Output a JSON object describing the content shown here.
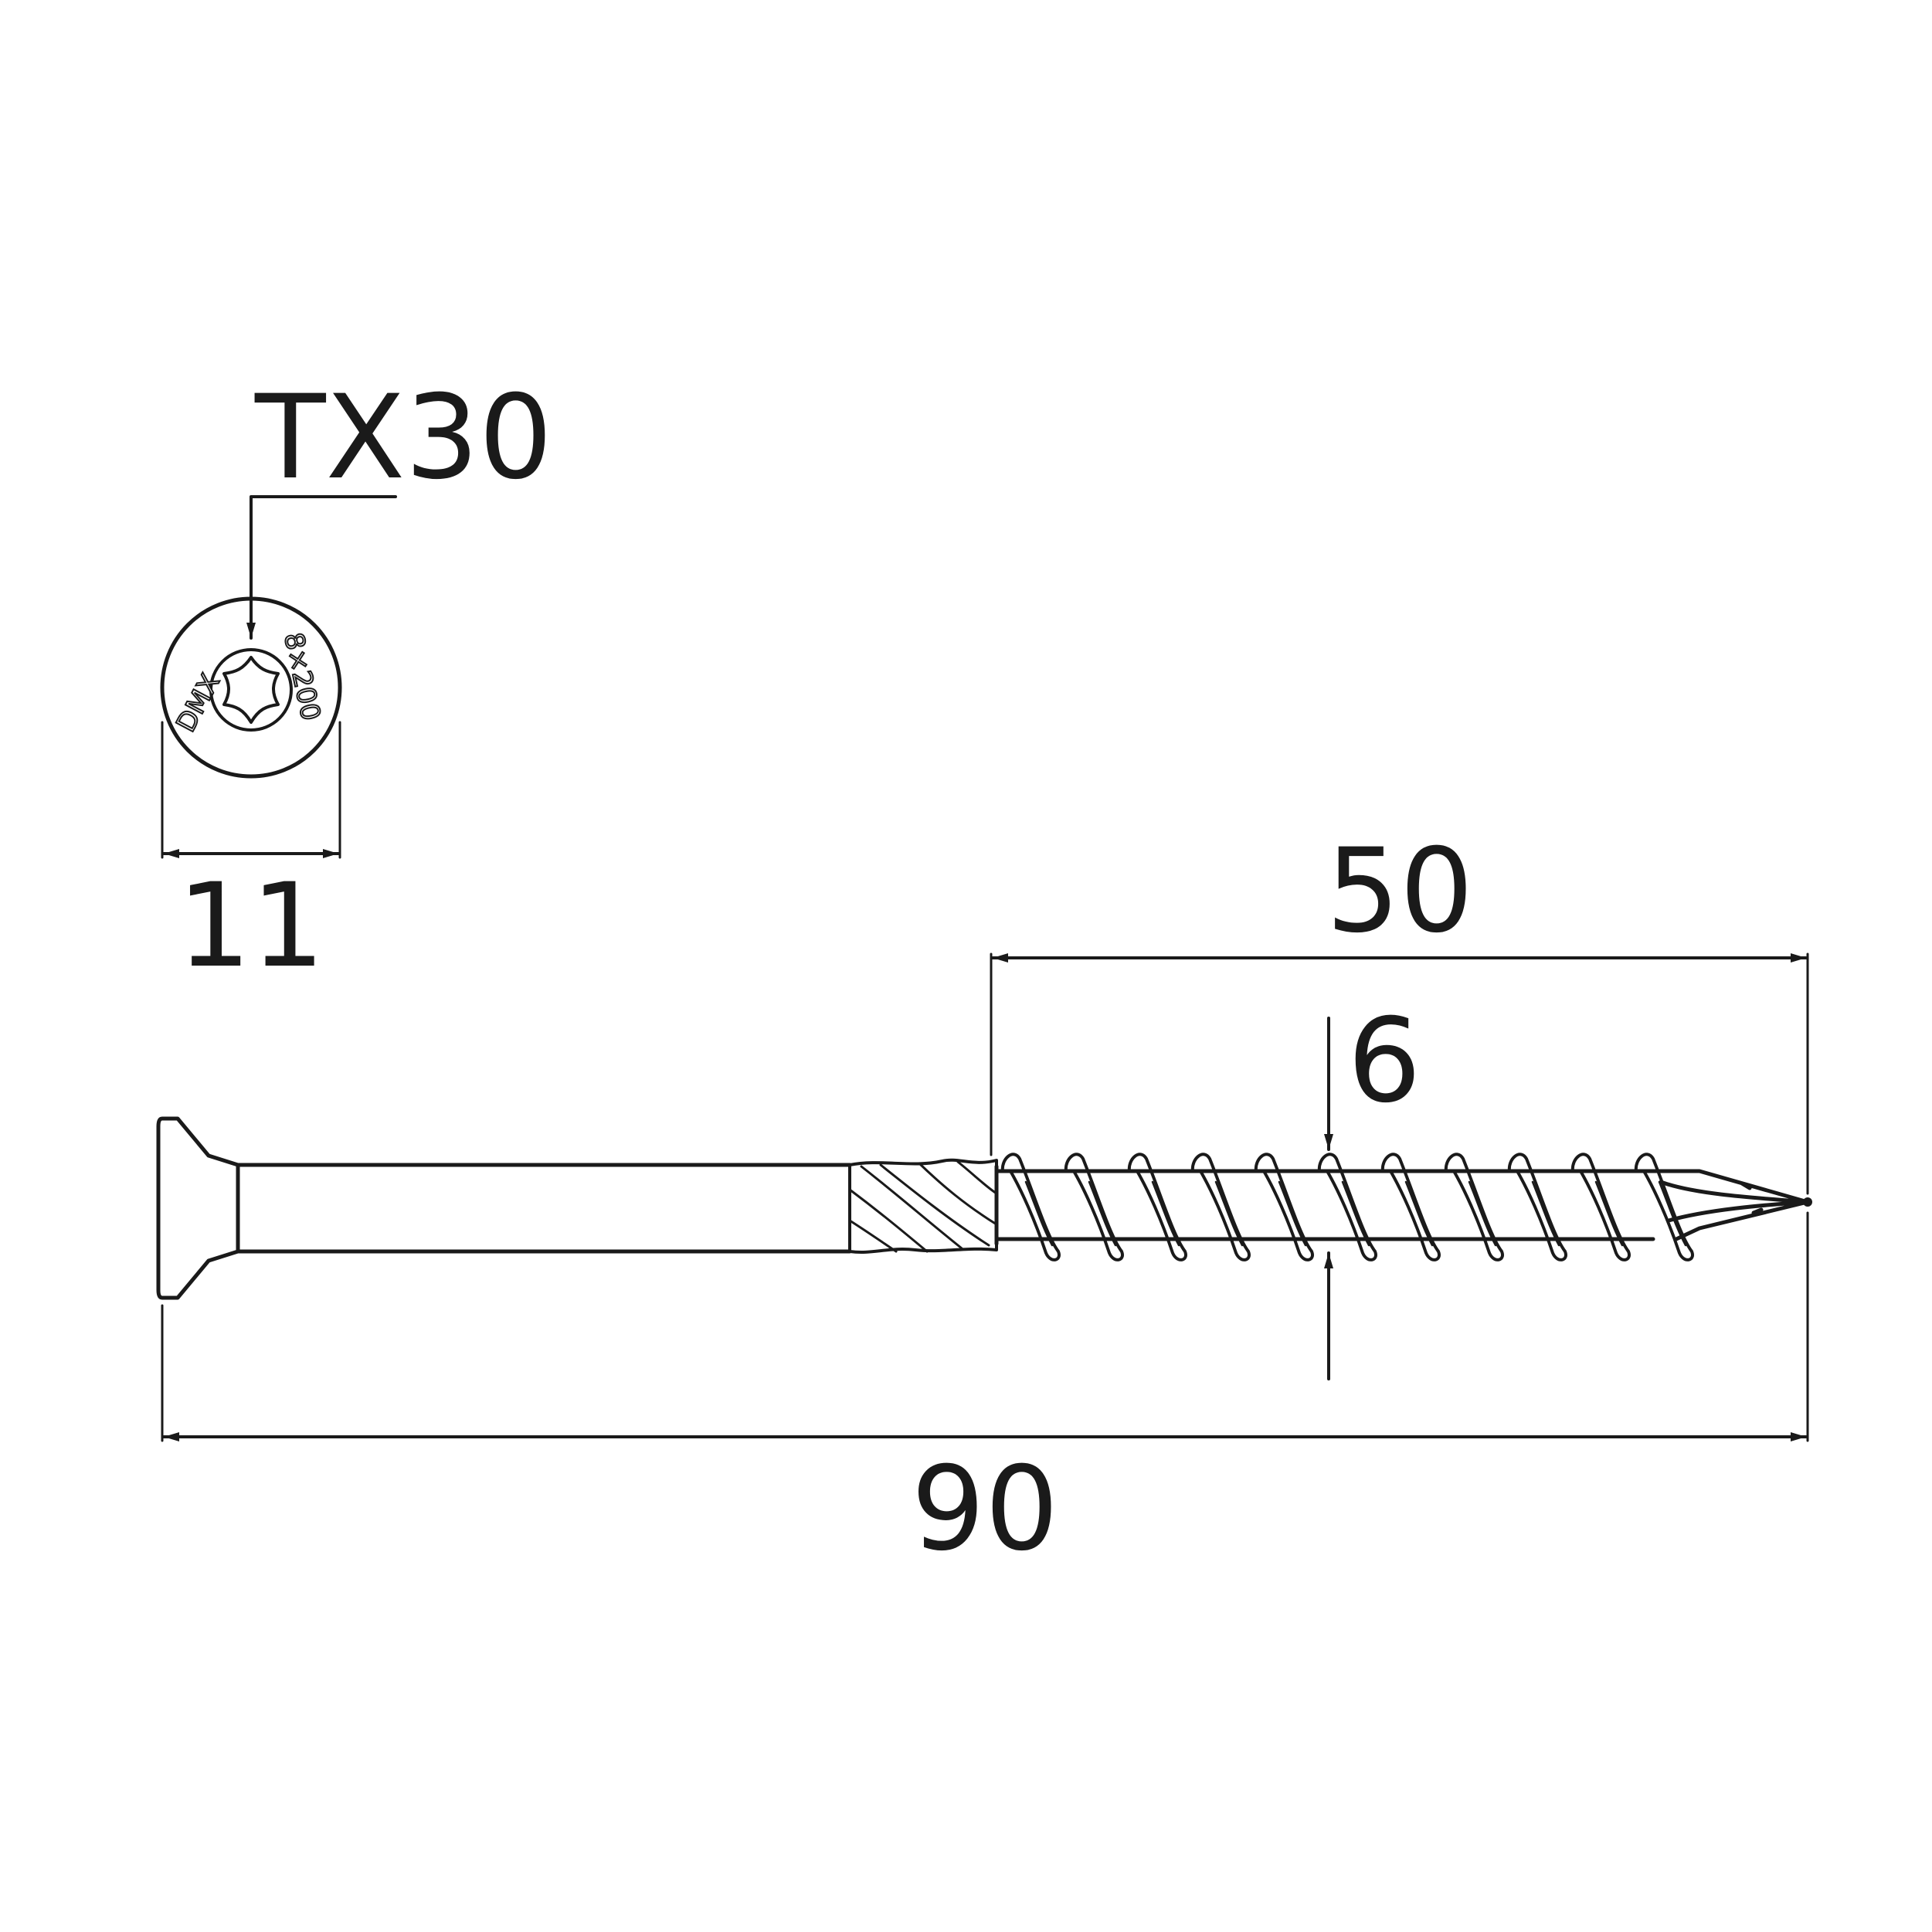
{
  "labels": {
    "drive": "TX30",
    "head_diameter": "11",
    "thread_length": "50",
    "thread_diameter": "6",
    "total_length": "90"
  },
  "head_marking": {
    "brand": "DMX",
    "size": "8×200"
  },
  "colors": {
    "ink": "#1a1a1a",
    "background": "#ffffff"
  }
}
